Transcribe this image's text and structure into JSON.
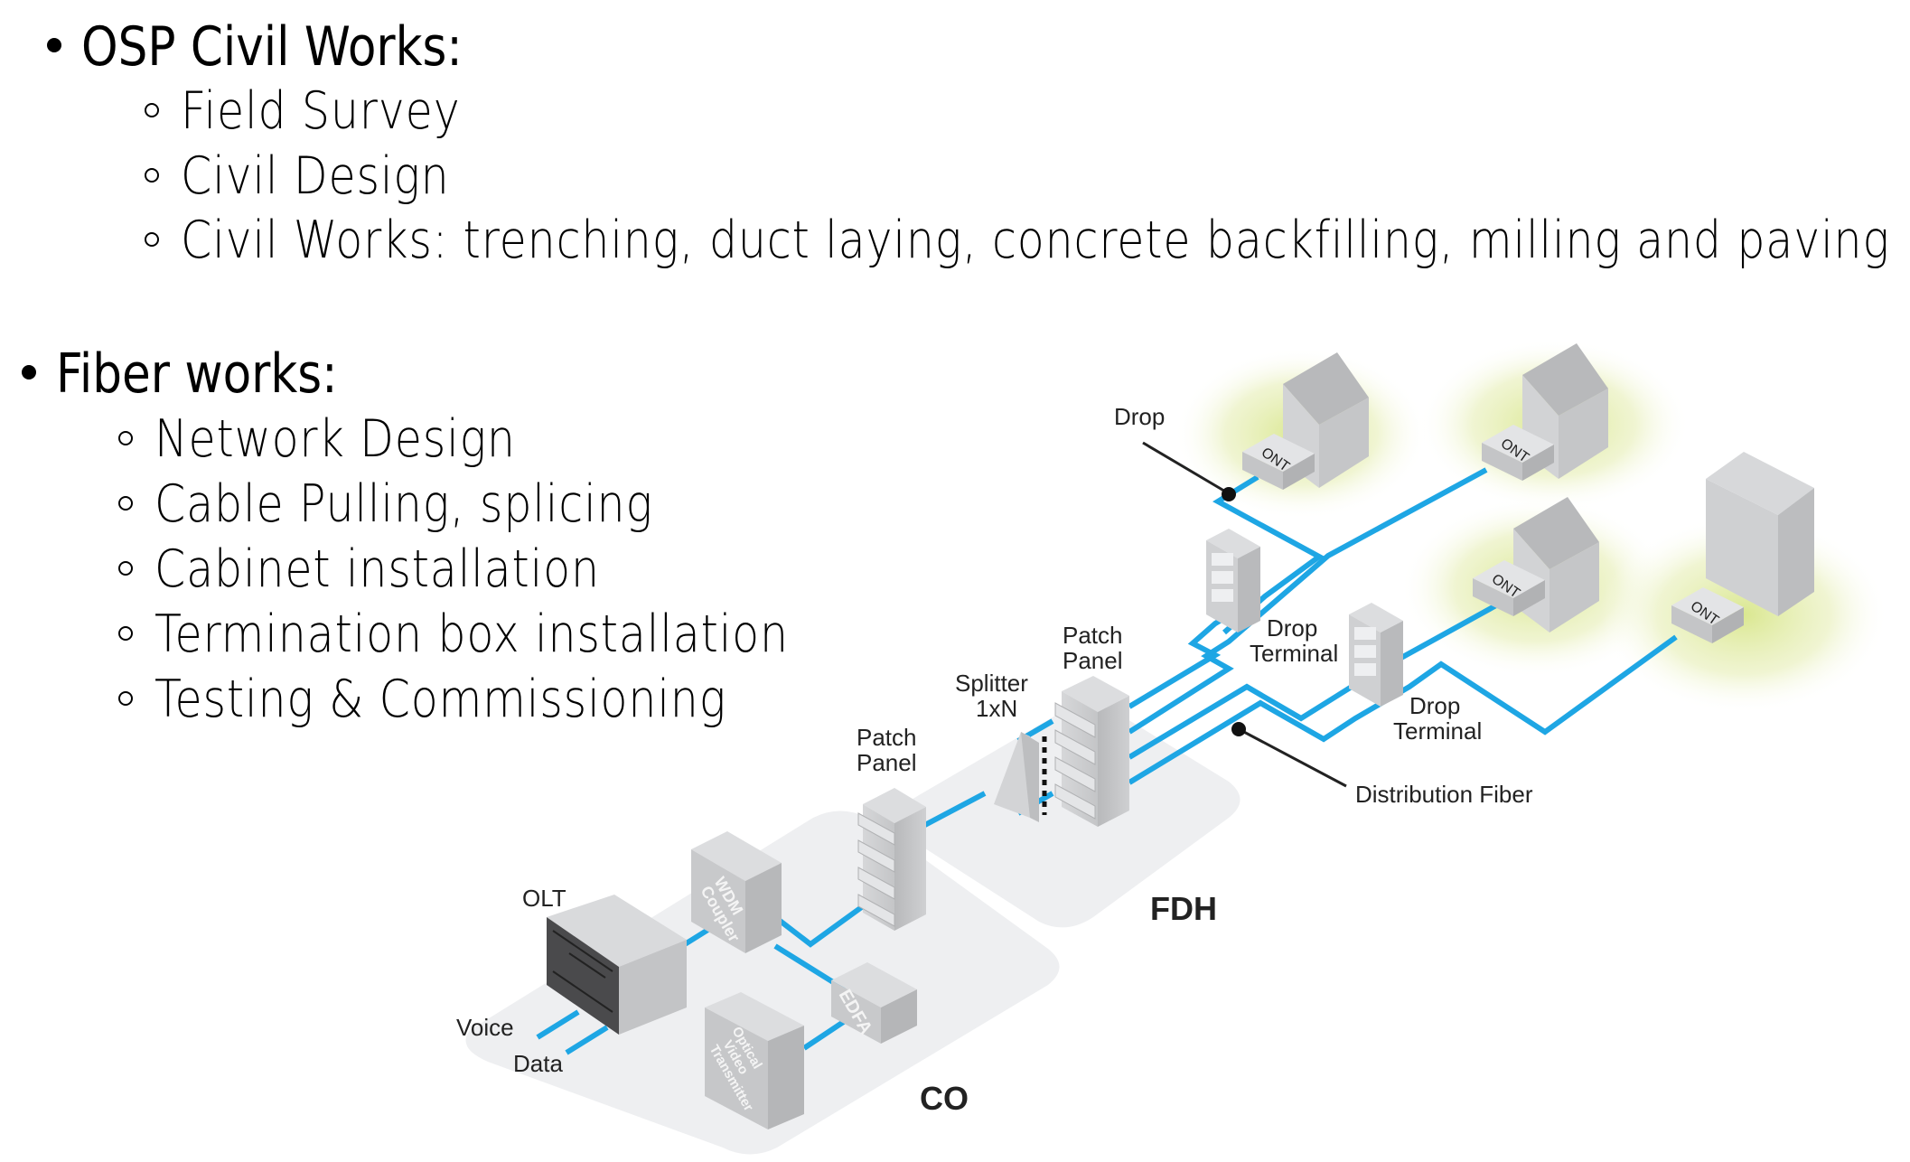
{
  "sections": [
    {
      "title": "OSP Civil Works:",
      "items": [
        "Field Survey",
        "Civil Design",
        "Civil Works: trenching, duct laying, concrete backfilling, milling and paving"
      ]
    },
    {
      "title": "Fiber works:",
      "items": [
        "Network Design",
        "Cable Pulling, splicing",
        "Cabinet installation",
        "Termination box installation",
        "Testing & Commissioning"
      ]
    }
  ],
  "diagram": {
    "colors": {
      "fiber": "#1ea6e4",
      "glow": "#dde99a",
      "zone": "#eeeff1",
      "device": "#c9cacc"
    },
    "labels": {
      "drop": "Drop",
      "ont": "ONT",
      "patch_panel_fdh": [
        "Patch",
        "Panel"
      ],
      "splitter": [
        "Splitter",
        "1xN"
      ],
      "patch_panel_co": [
        "Patch",
        "Panel"
      ],
      "drop_terminal_1": [
        "Drop",
        "Terminal"
      ],
      "drop_terminal_2": [
        "Drop",
        "Terminal"
      ],
      "distribution_fiber": "Distribution Fiber",
      "olt": "OLT",
      "wdm_coupler": [
        "WDM",
        "Coupler"
      ],
      "edfa": "EDFA",
      "optical_video_transmitter": [
        "Optical",
        "Video",
        "Transmitter"
      ],
      "voice": "Voice",
      "data": "Data",
      "co": "CO",
      "fdh": "FDH"
    }
  }
}
